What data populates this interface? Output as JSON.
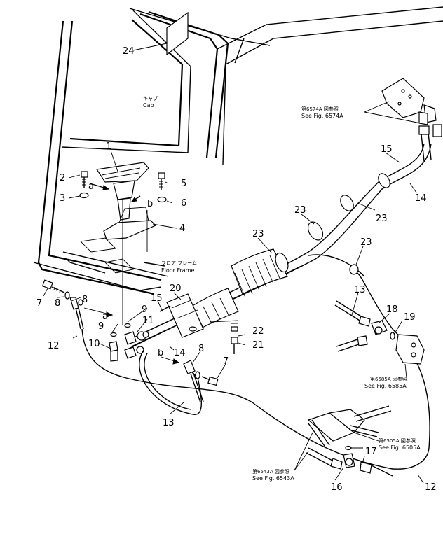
{
  "diagram": {
    "callouts": [
      {
        "id": "c1",
        "label": "1"
      },
      {
        "id": "c2",
        "label": "2"
      },
      {
        "id": "c3",
        "label": "3"
      },
      {
        "id": "c4",
        "label": "4"
      },
      {
        "id": "c5",
        "label": "5"
      },
      {
        "id": "c6",
        "label": "6"
      },
      {
        "id": "c7a",
        "label": "7"
      },
      {
        "id": "c7b",
        "label": "7"
      },
      {
        "id": "c8a",
        "label": "8"
      },
      {
        "id": "c8b",
        "label": "8"
      },
      {
        "id": "c8c",
        "label": "8"
      },
      {
        "id": "c9a",
        "label": "9"
      },
      {
        "id": "c9b",
        "label": "9"
      },
      {
        "id": "c10",
        "label": "10"
      },
      {
        "id": "c11",
        "label": "11"
      },
      {
        "id": "c12a",
        "label": "12"
      },
      {
        "id": "c12b",
        "label": "12"
      },
      {
        "id": "c13a",
        "label": "13"
      },
      {
        "id": "c13b",
        "label": "13"
      },
      {
        "id": "c14a",
        "label": "14"
      },
      {
        "id": "c14b",
        "label": "14"
      },
      {
        "id": "c15a",
        "label": "15"
      },
      {
        "id": "c15b",
        "label": "15"
      },
      {
        "id": "c16",
        "label": "16"
      },
      {
        "id": "c17",
        "label": "17"
      },
      {
        "id": "c18",
        "label": "18"
      },
      {
        "id": "c19",
        "label": "19"
      },
      {
        "id": "c20",
        "label": "20"
      },
      {
        "id": "c21",
        "label": "21"
      },
      {
        "id": "c22",
        "label": "22"
      },
      {
        "id": "c23a",
        "label": "23"
      },
      {
        "id": "c23b",
        "label": "23"
      },
      {
        "id": "c23c",
        "label": "23"
      },
      {
        "id": "c23d",
        "label": "23"
      },
      {
        "id": "c24",
        "label": "24"
      }
    ],
    "letters": [
      {
        "id": "la1",
        "label": "a"
      },
      {
        "id": "la2",
        "label": "a"
      },
      {
        "id": "lb1",
        "label": "b"
      },
      {
        "id": "lb2",
        "label": "b"
      }
    ],
    "annotations": {
      "cab_jp": "キャブ",
      "cab_en": "Cab",
      "floor_jp": "フロア フレーム",
      "floor_en": "Floor Frame",
      "ref_6574_jp": "第6574A 図参照",
      "ref_6574_en": "See Fig. 6574A",
      "ref_6585_jp": "第6585A 図参照",
      "ref_6585_en": "See Fig. 6585A",
      "ref_6505_jp": "第6505A 図参照",
      "ref_6505_en": "See Fig. 6505A",
      "ref_6543_jp": "第6543A 図参照",
      "ref_6543_en": "See Fig. 6543A"
    }
  }
}
